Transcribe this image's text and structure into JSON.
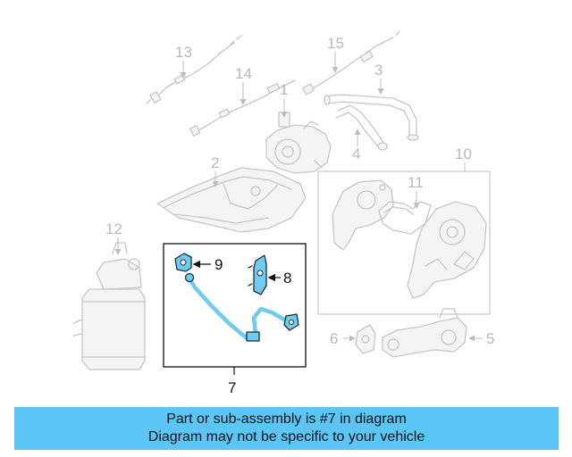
{
  "callouts": {
    "c1": "1",
    "c2": "2",
    "c3": "3",
    "c4": "4",
    "c5": "5",
    "c6": "6",
    "c7": "7",
    "c8": "8",
    "c9": "9",
    "c10": "10",
    "c11": "11",
    "c12": "12",
    "c13": "13",
    "c14": "14",
    "c15": "15"
  },
  "highlight_part": "7",
  "colors": {
    "highlight": "#6fcbef",
    "banner": "#5bc6f5",
    "faint": "#c6c6c6"
  },
  "footer": {
    "line1": "Part or sub-assembly is #7 in diagram",
    "line2": "Diagram may not be specific to your vehicle"
  }
}
